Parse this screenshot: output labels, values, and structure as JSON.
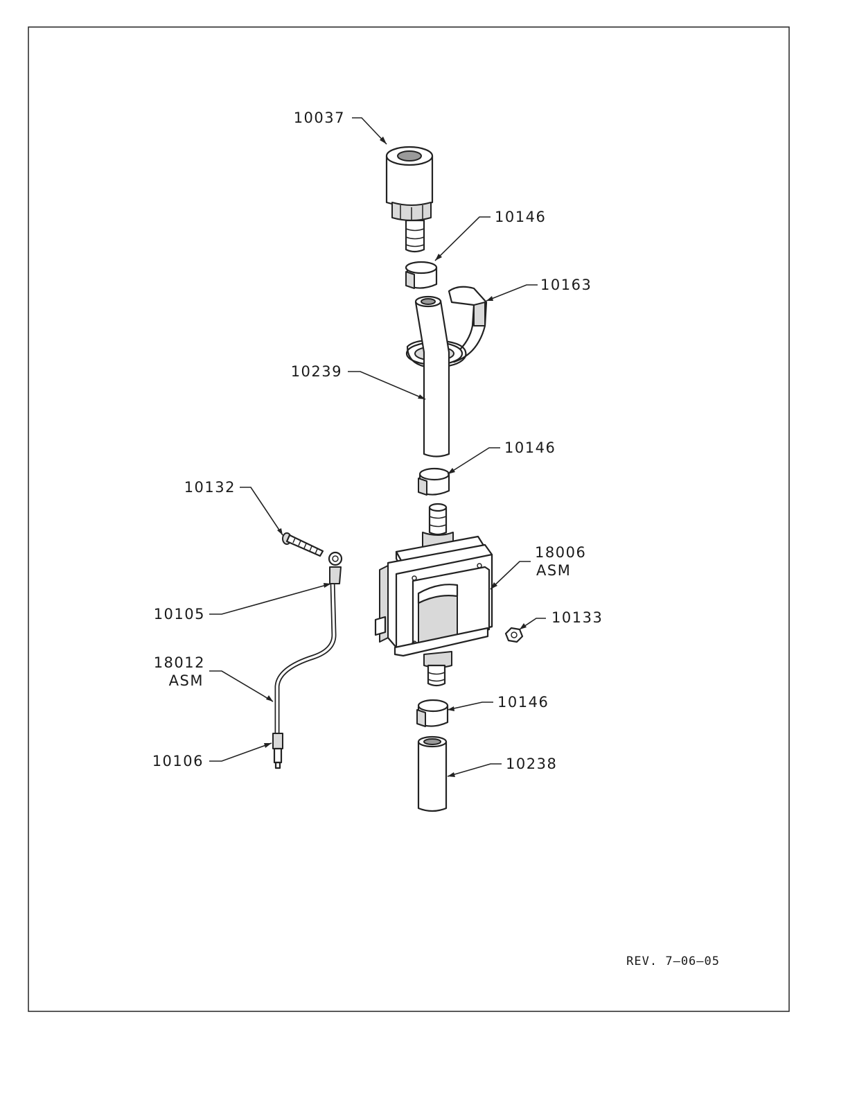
{
  "drawing": {
    "revision": "REV. 7–06–05",
    "callouts": [
      {
        "id": "10037",
        "line1": "10037",
        "line2": ""
      },
      {
        "id": "10146a",
        "line1": "10146",
        "line2": ""
      },
      {
        "id": "10163",
        "line1": "10163",
        "line2": ""
      },
      {
        "id": "10239",
        "line1": "10239",
        "line2": ""
      },
      {
        "id": "10146b",
        "line1": "10146",
        "line2": ""
      },
      {
        "id": "10132",
        "line1": "10132",
        "line2": ""
      },
      {
        "id": "18006",
        "line1": "18006",
        "line2": "ASM"
      },
      {
        "id": "10105",
        "line1": "10105",
        "line2": ""
      },
      {
        "id": "10133",
        "line1": "10133",
        "line2": ""
      },
      {
        "id": "18012",
        "line1": "18012",
        "line2": "ASM"
      },
      {
        "id": "10146c",
        "line1": "10146",
        "line2": ""
      },
      {
        "id": "10106",
        "line1": "10106",
        "line2": ""
      },
      {
        "id": "10238",
        "line1": "10238",
        "line2": ""
      }
    ]
  }
}
